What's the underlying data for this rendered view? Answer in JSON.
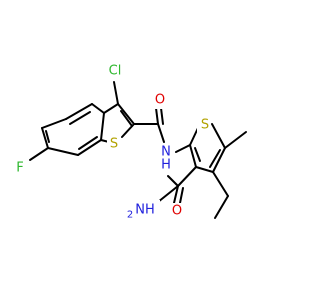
{
  "colors": {
    "background": "#ffffff",
    "bond": "#000000",
    "S": "#B2A200",
    "O": "#E00000",
    "N": "#2020DD",
    "Cl": "#2EB82E",
    "F": "#2EB82E"
  },
  "atoms": [
    {
      "id": "cl",
      "element": "Cl",
      "text": "Cl"
    },
    {
      "id": "o1",
      "element": "O",
      "text": "O"
    },
    {
      "id": "nh",
      "element": "N",
      "text": "N",
      "sub": "H"
    },
    {
      "id": "s1",
      "element": "S",
      "text": "S"
    },
    {
      "id": "s2",
      "element": "S",
      "text": "S"
    },
    {
      "id": "f",
      "element": "F",
      "text": "F"
    },
    {
      "id": "o2",
      "element": "O",
      "text": "O"
    },
    {
      "id": "nh2",
      "element": "N",
      "text": "NH",
      "sub": "2"
    }
  ]
}
